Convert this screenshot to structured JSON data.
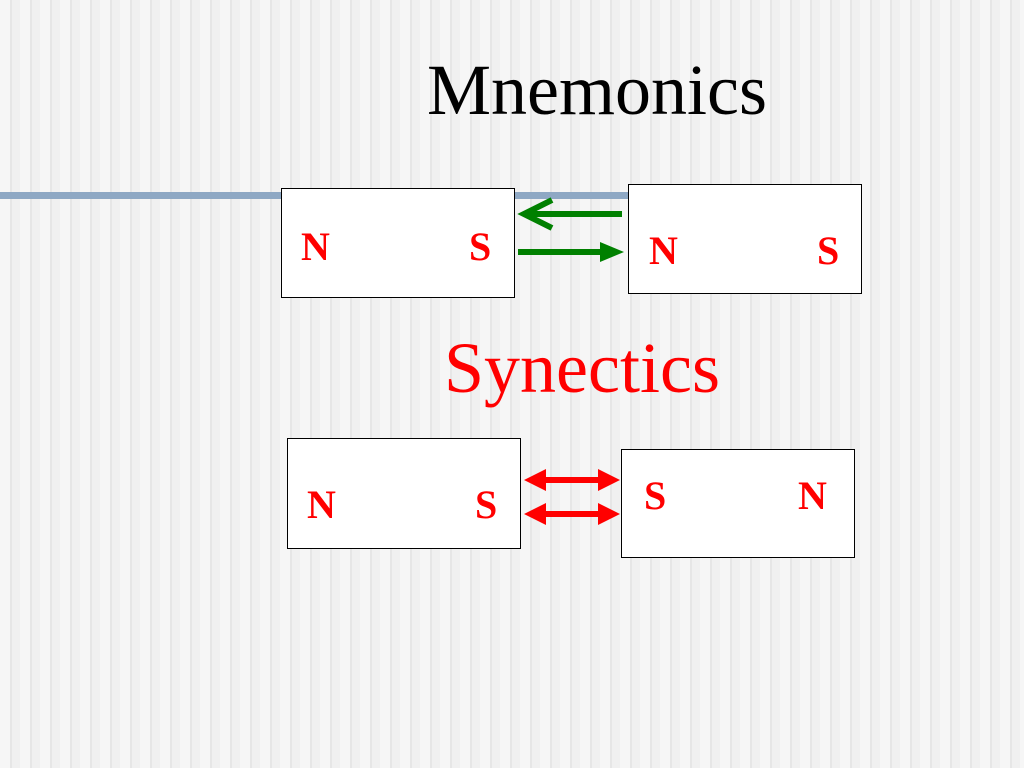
{
  "slide": {
    "title": "Mnemonics",
    "subtitle": "Synectics",
    "colors": {
      "title": "#000000",
      "subtitle": "#ff0000",
      "pole_text": "#ff0000",
      "attract_arrow": "#008000",
      "repel_arrow": "#ff0000",
      "rule": "#8ea8c4"
    }
  },
  "mnemonics_diagram": {
    "left_magnet": {
      "pole_left": "N",
      "pole_right": "S"
    },
    "right_magnet": {
      "pole_left": "N",
      "pole_right": "S"
    }
  },
  "synectics_diagram": {
    "left_magnet": {
      "pole_left": "N",
      "pole_right": "S"
    },
    "right_magnet": {
      "pole_left": "S",
      "pole_right": "N"
    }
  }
}
